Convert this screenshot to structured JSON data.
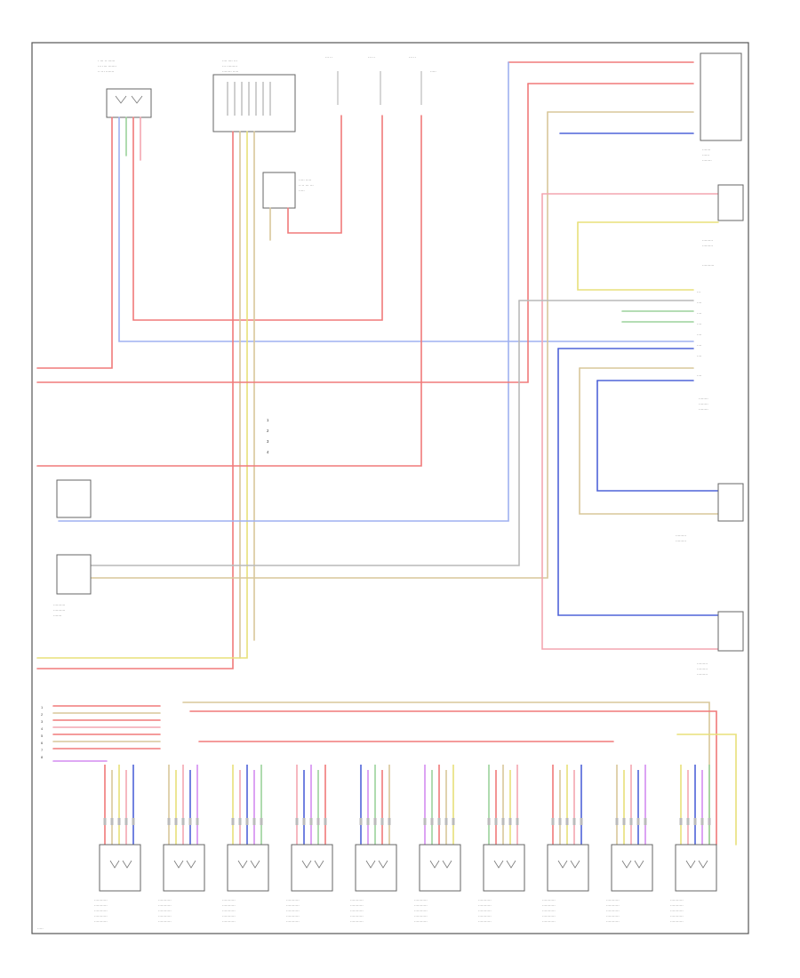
{
  "diagram": {
    "connector_numbers": [
      "1",
      "2",
      "3",
      "4",
      "5",
      "6",
      "7",
      "8"
    ],
    "legend": [
      {
        "num": "1",
        "text": ""
      },
      {
        "num": "2",
        "text": ""
      },
      {
        "num": "3",
        "text": ""
      },
      {
        "num": "4",
        "text": ""
      }
    ],
    "sensor_count": 10
  },
  "colors": {
    "red": "#f07a7a",
    "pink": "#f3a6b0",
    "blue": "#4f63d8",
    "light_blue": "#9fb0f0",
    "yellow": "#e8e07a",
    "tan": "#d8c79a",
    "green": "#9bd29b",
    "gray": "#b9b9b9",
    "violet": "#d48cf0"
  }
}
